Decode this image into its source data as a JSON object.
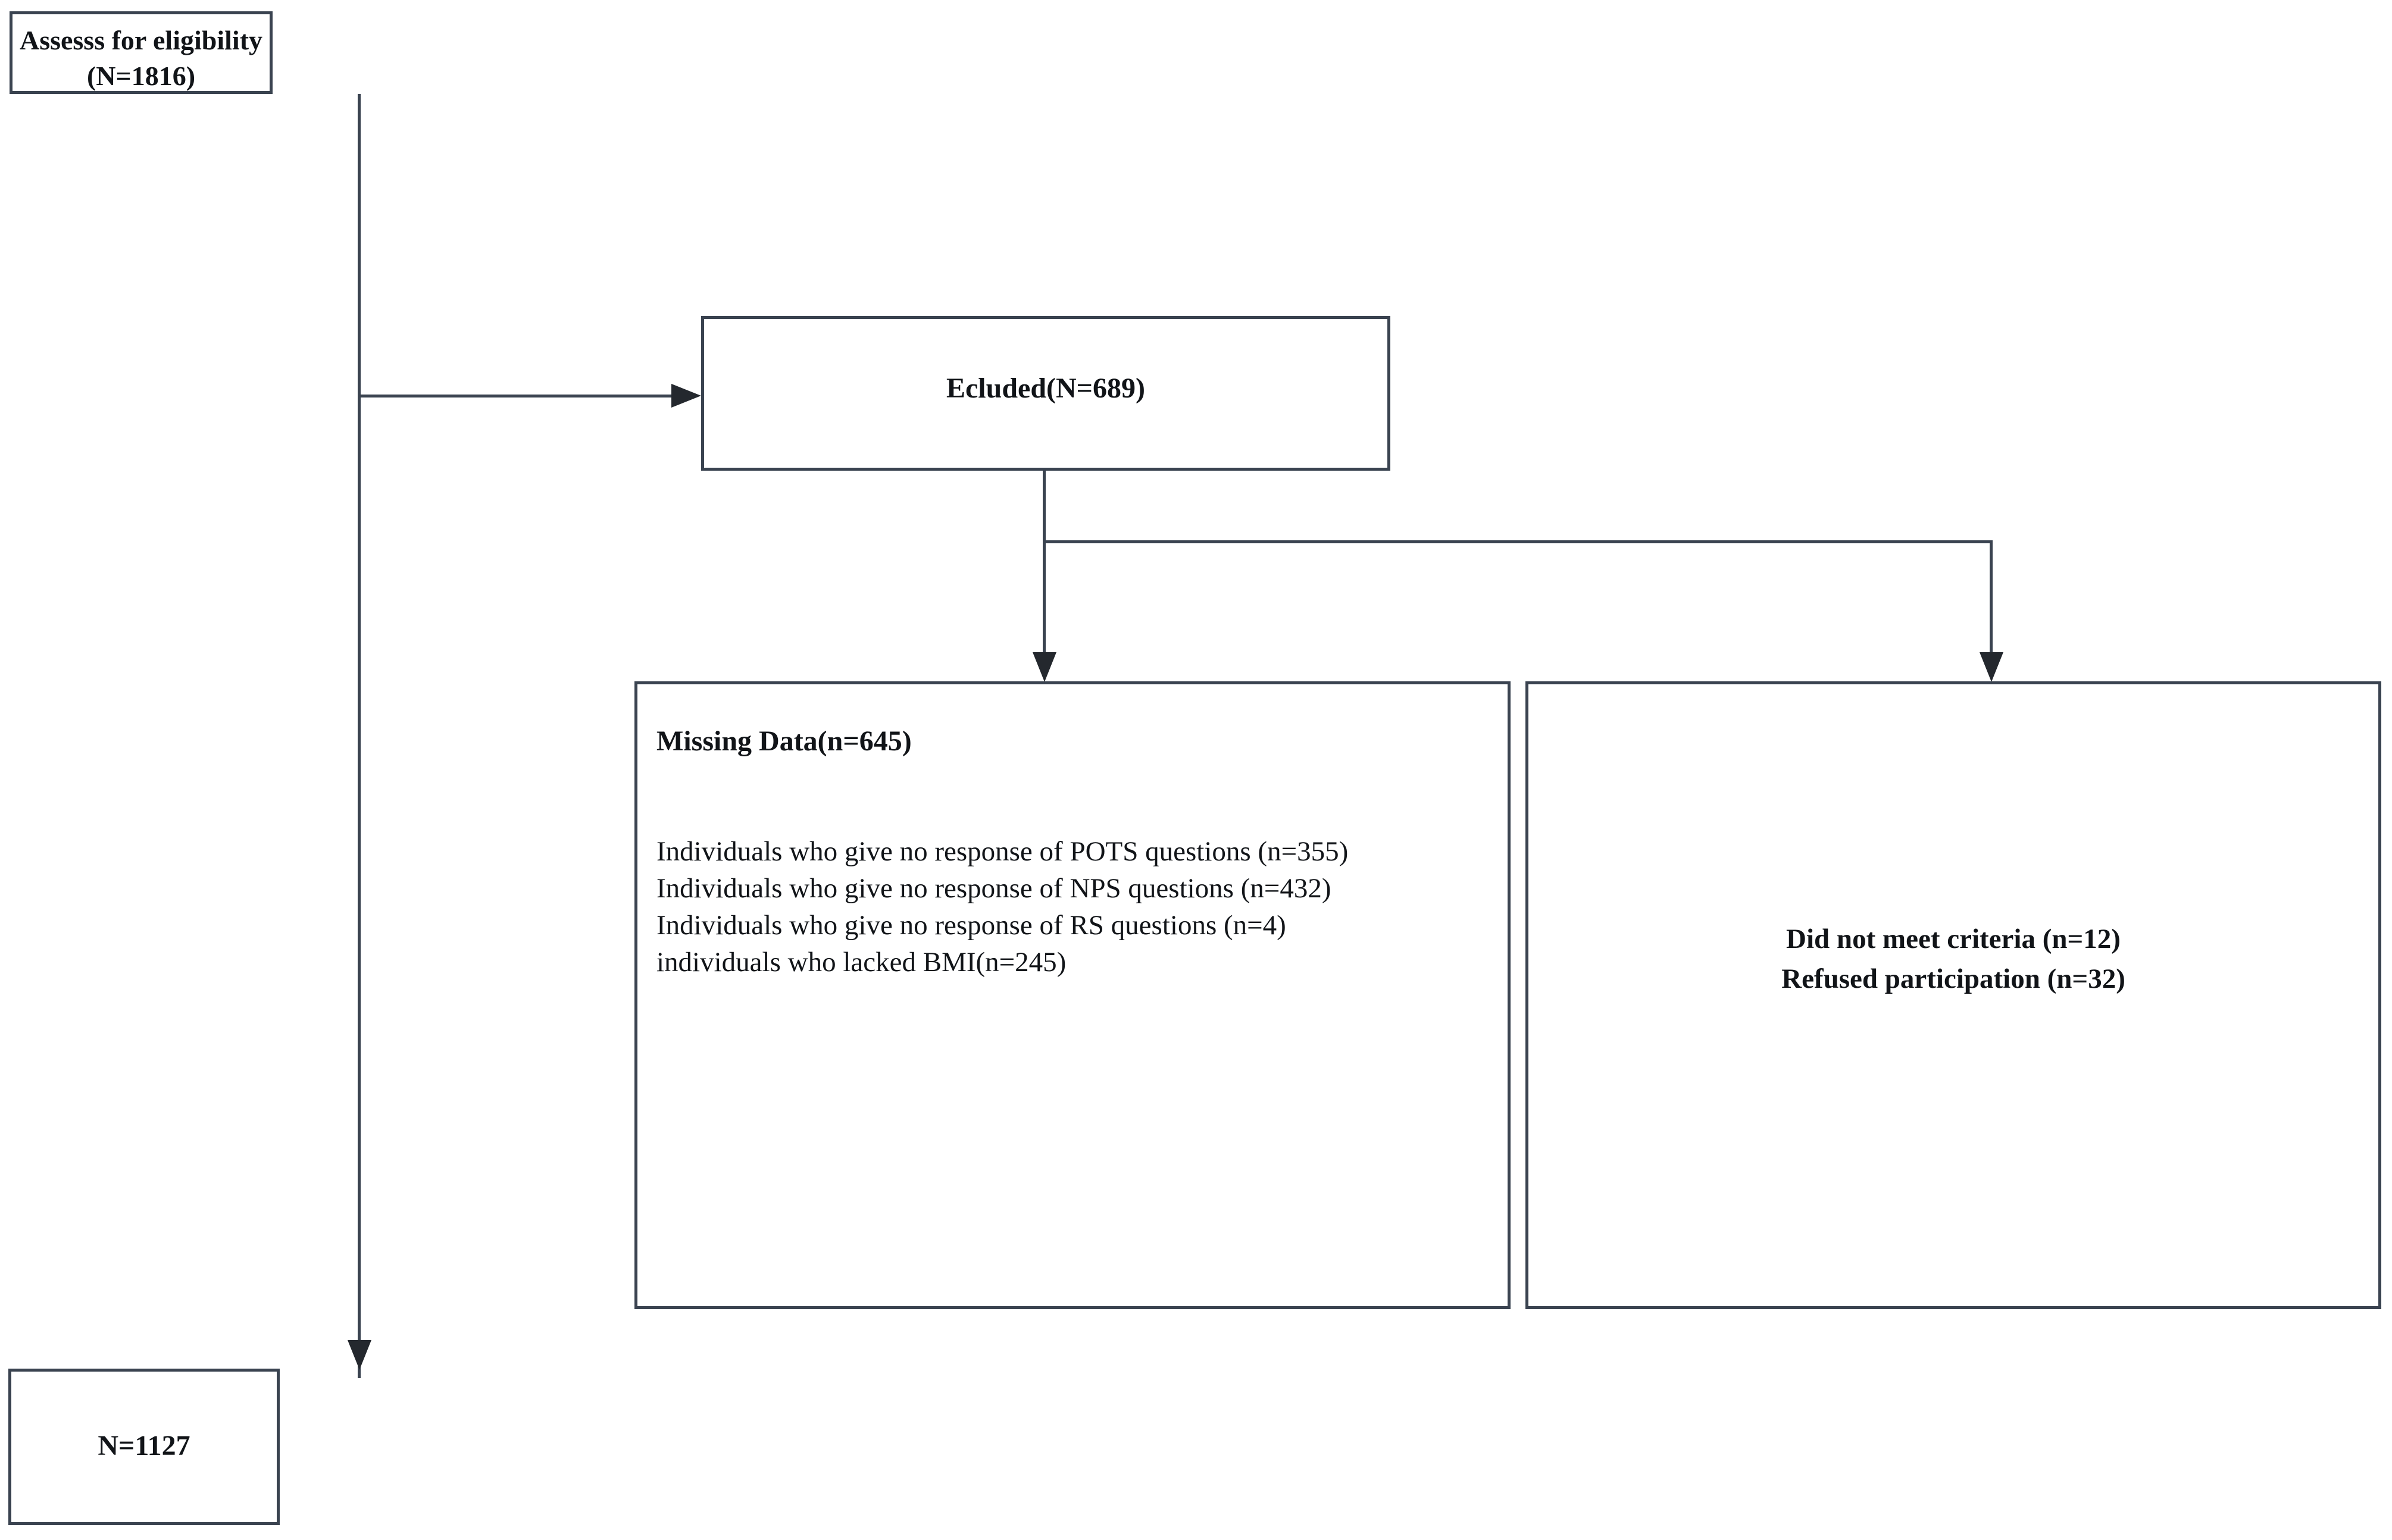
{
  "diagram": {
    "type": "participant-flow-diagram",
    "orientation": "top-down",
    "boxes": {
      "eligibility": {
        "label": "Assesss for eligibility\n(N=1816)",
        "n": 1816
      },
      "excluded": {
        "label": "Ecluded(N=689)",
        "n": 689
      },
      "missing_data": {
        "heading": "Missing Data(n=645)",
        "n": 645,
        "reasons": "Individuals who give no response of POTS questions (n=355)\nIndividuals who give no response of NPS questions (n=432)\nIndividuals who give no response of RS questions (n=4)\nindividuals who lacked BMI(n=245)"
      },
      "criteria": {
        "label": "Did not meet criteria (n=12)\nRefused participation (n=32)",
        "did_not_meet_criteria_n": 12,
        "refused_participation_n": 32
      },
      "final": {
        "label": "N=1127",
        "n": 1127
      }
    },
    "colors": {
      "border": "#3a4350",
      "connector": "#3a4350",
      "arrowhead": "#24282e",
      "text": "#111418",
      "background": "#ffffff"
    }
  }
}
